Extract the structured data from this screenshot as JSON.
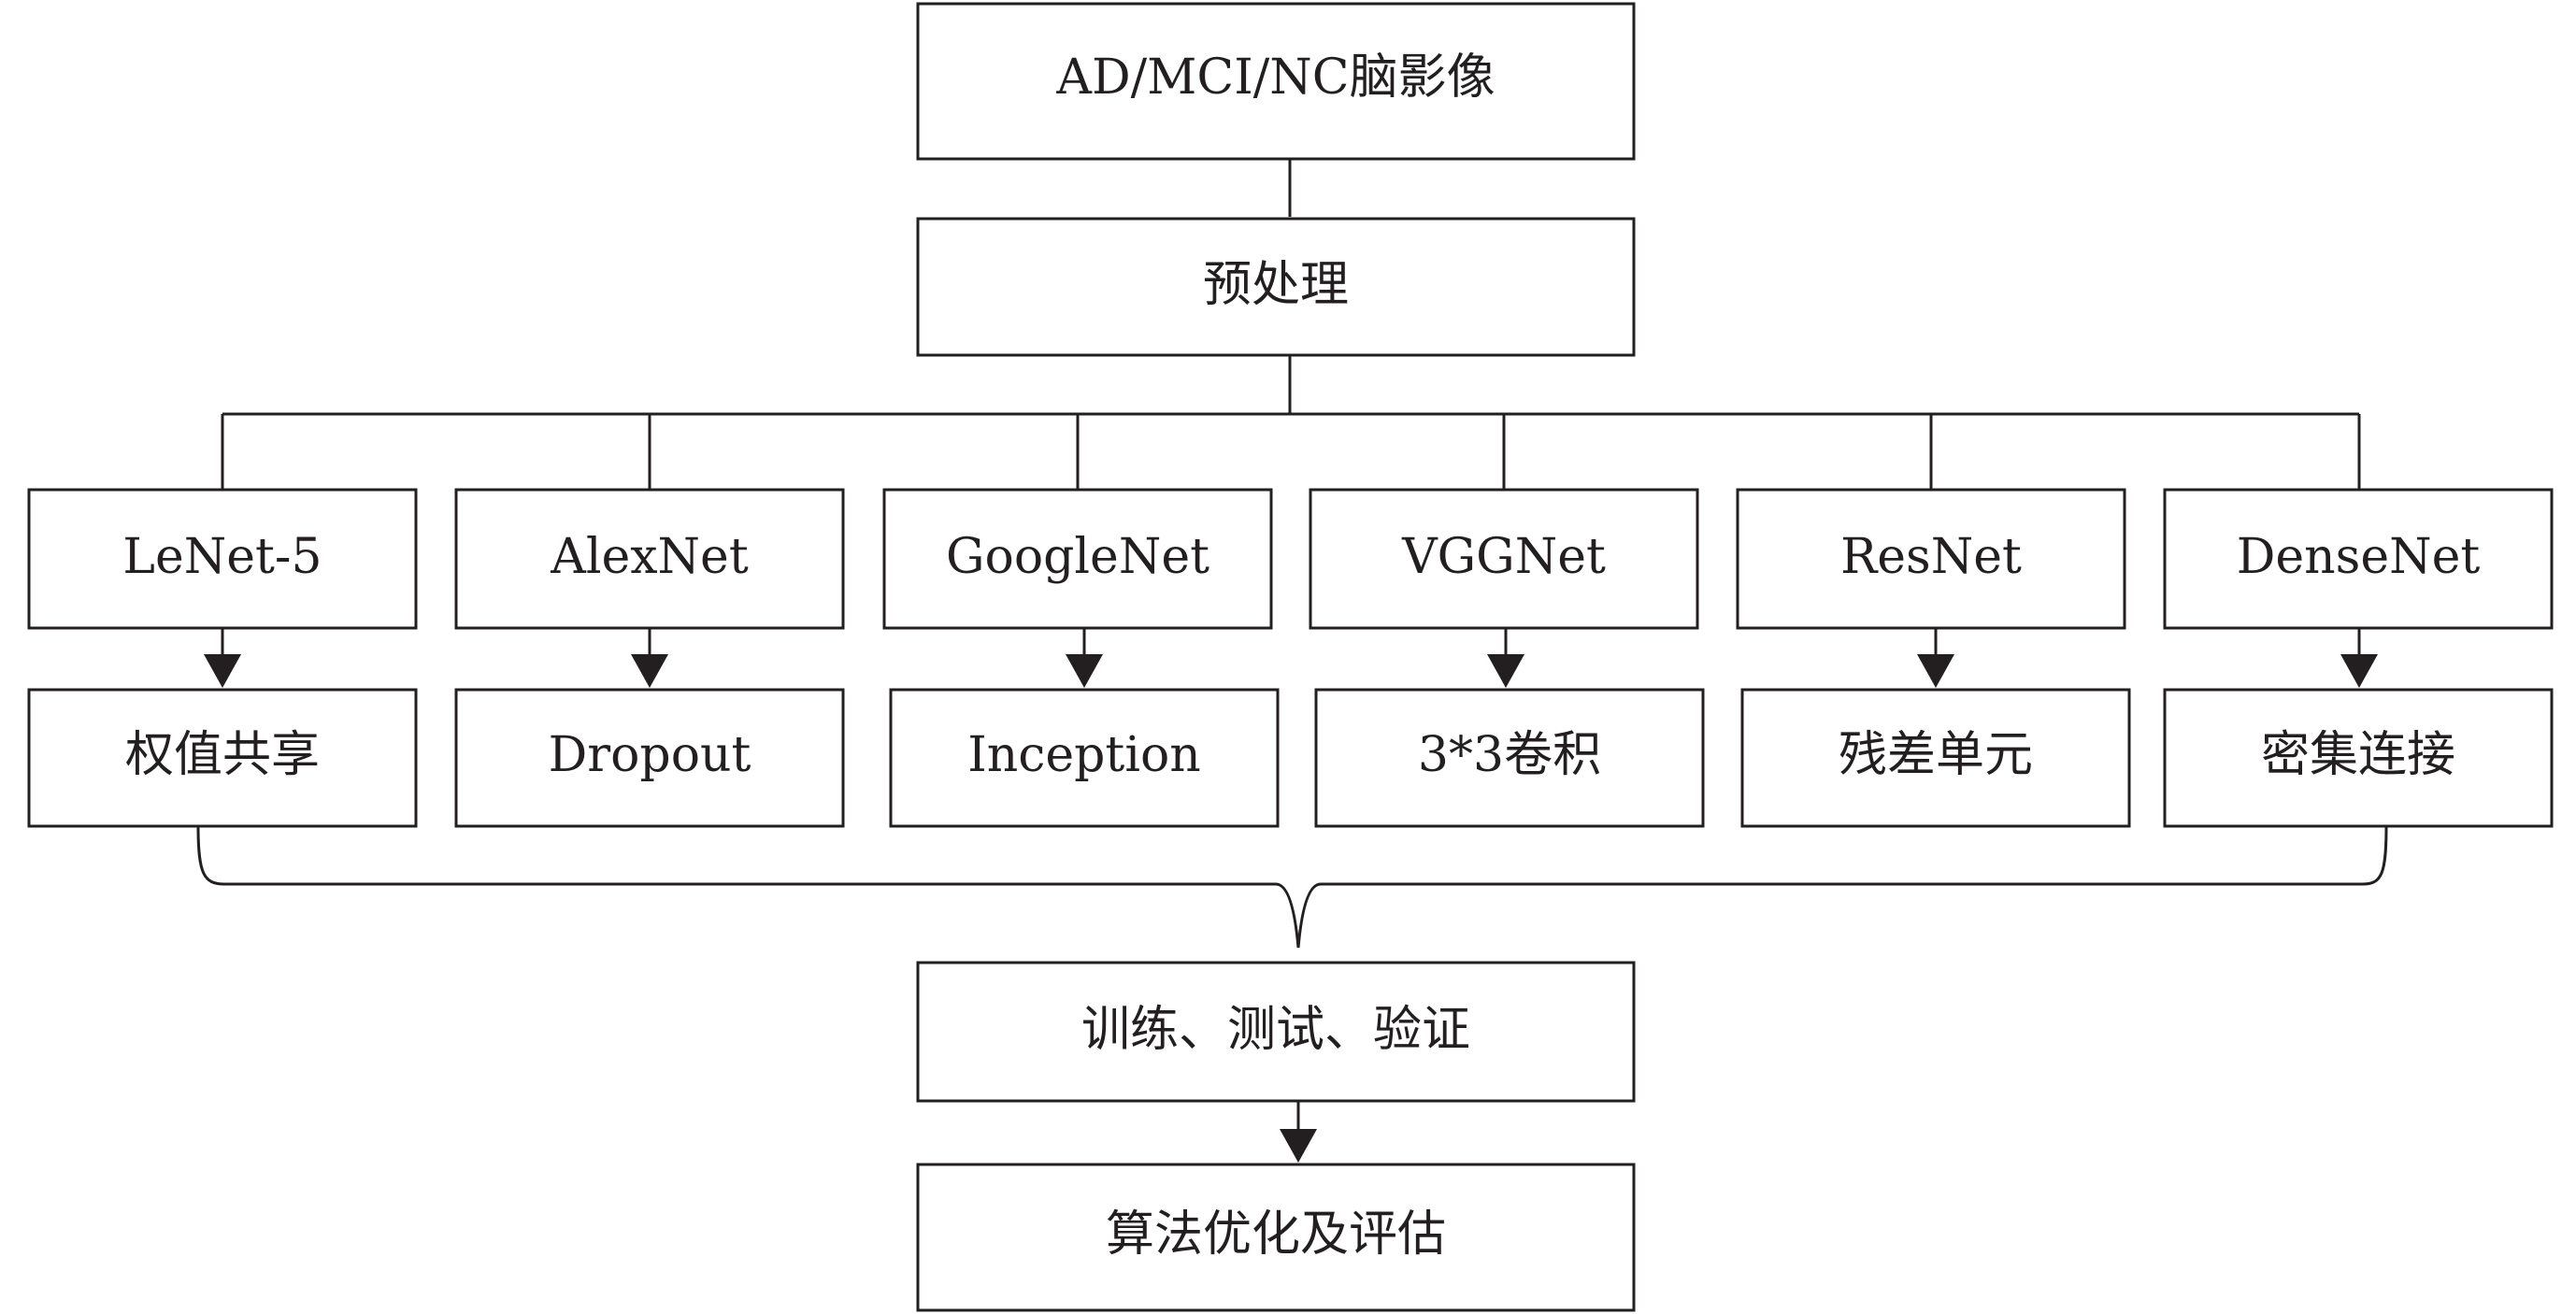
{
  "diagram": {
    "input_label": "AD/MCI/NC脑影像",
    "preprocess_label": "预处理",
    "models": [
      {
        "name": "LeNet-5",
        "feature": "权值共享"
      },
      {
        "name": "AlexNet",
        "feature": "Dropout"
      },
      {
        "name": "GoogleNet",
        "feature": "Inception"
      },
      {
        "name": "VGGNet",
        "feature": "3*3卷积"
      },
      {
        "name": "ResNet",
        "feature": "残差单元"
      },
      {
        "name": "DenseNet",
        "feature": "密集连接"
      }
    ],
    "train_label": "训练、测试、验证",
    "evaluate_label": "算法优化及评估"
  },
  "colors": {
    "stroke": "#231f20",
    "background": "#ffffff"
  }
}
